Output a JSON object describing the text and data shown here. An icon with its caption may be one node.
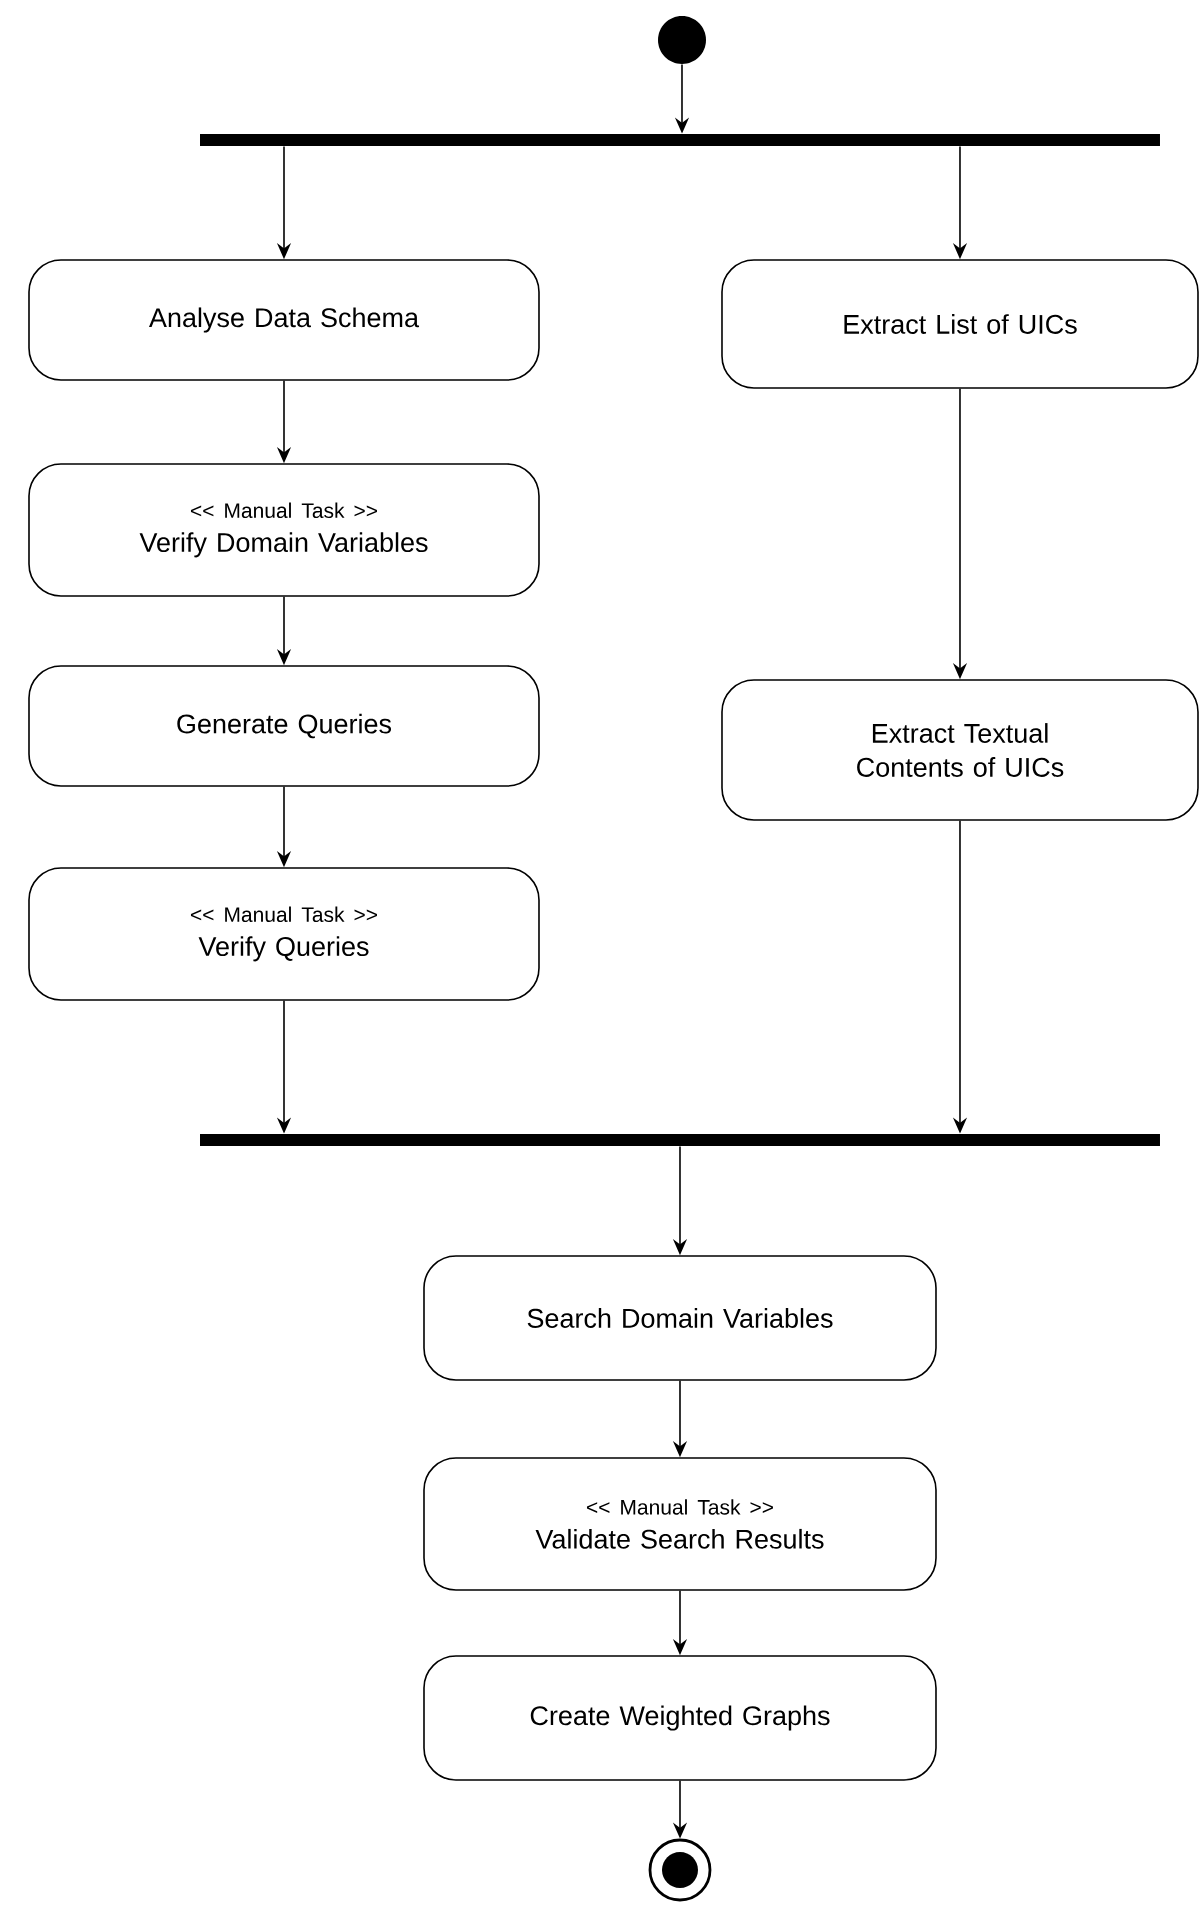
{
  "diagram": {
    "nodes": [
      {
        "text": [],
        "shape": "circle"
      },
      {
        "text": [],
        "shape": "bar"
      },
      {
        "text": [
          "Analyse Data Schema"
        ]
      },
      {
        "text": [
          "Extract List of UICs"
        ]
      },
      {
        "text": [
          "<< Manual Task >>",
          "Verify Domain Variables"
        ]
      },
      {
        "text": [
          "Extract Textual Contents of UICs"
        ]
      },
      {
        "text": [
          "Generate Queries"
        ]
      },
      {
        "text": [
          "<< Manual Task >>",
          "Verify Queries"
        ]
      },
      {
        "text": [],
        "shape": "bar"
      },
      {
        "text": [
          "Search Domain Variables"
        ]
      },
      {
        "text": [
          "<< Manual Task >>",
          "Validate Search Results"
        ]
      },
      {
        "text": [
          "Create Weighted Graphs"
        ]
      },
      {
        "text": [],
        "shape": "bullseye"
      }
    ],
    "edges": [
      {
        "from": 0,
        "to": 1,
        "arrow": "to"
      },
      {
        "from": 1,
        "to": 2,
        "arrow": "to"
      },
      {
        "from": 1,
        "to": 3,
        "arrow": "to"
      },
      {
        "from": 2,
        "to": 4,
        "arrow": "to"
      },
      {
        "from": 4,
        "to": 6,
        "arrow": "to"
      },
      {
        "from": 6,
        "to": 7,
        "arrow": "to"
      },
      {
        "from": 3,
        "to": 5,
        "arrow": "to"
      },
      {
        "from": 7,
        "to": 8,
        "arrow": "to"
      },
      {
        "from": 5,
        "to": 8,
        "arrow": "to"
      },
      {
        "from": 8,
        "to": 9,
        "arrow": "to"
      },
      {
        "from": 9,
        "to": 10,
        "arrow": "to"
      },
      {
        "from": 10,
        "to": 11,
        "arrow": "to"
      },
      {
        "from": 11,
        "to": 12,
        "arrow": "to"
      }
    ]
  }
}
